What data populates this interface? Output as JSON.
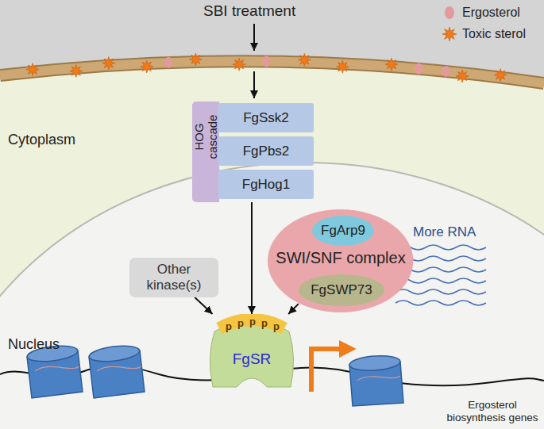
{
  "diagram": {
    "nodes": [
      {
        "text": [
          "HOG cascade"
        ]
      },
      {
        "text": [
          "FgSsk2"
        ],
        "in": 0
      },
      {
        "text": [
          "FgPbs2"
        ],
        "in": 0
      },
      {
        "text": [
          "FgHog1"
        ],
        "in": 0
      },
      {
        "text": [
          "Other kinase(s)"
        ]
      },
      {
        "text": [
          "SWI/SNF complex"
        ]
      },
      {
        "text": [
          "FgArp9"
        ],
        "in": 5
      },
      {
        "text": [
          "FgSWP73"
        ],
        "in": 5
      },
      {
        "text": [
          "FgSR"
        ]
      }
    ],
    "edges": [
      {
        "from": 0,
        "to": 8,
        "arrow": "to"
      },
      {
        "from": 4,
        "to": 8,
        "arrow": "to"
      },
      {
        "from": 5,
        "to": 8,
        "arrow": "to"
      }
    ],
    "labels": [
      "SBI treatment",
      "Cytoplasm",
      "Nucleus",
      "p",
      "p",
      "p",
      "p",
      "p",
      "More RNA",
      "Ergosterol biosynthesis genes"
    ],
    "legend": [
      {
        "text": "Ergosterol",
        "color": "#e39a9c"
      },
      {
        "text": "Toxic sterol"
      }
    ]
  }
}
